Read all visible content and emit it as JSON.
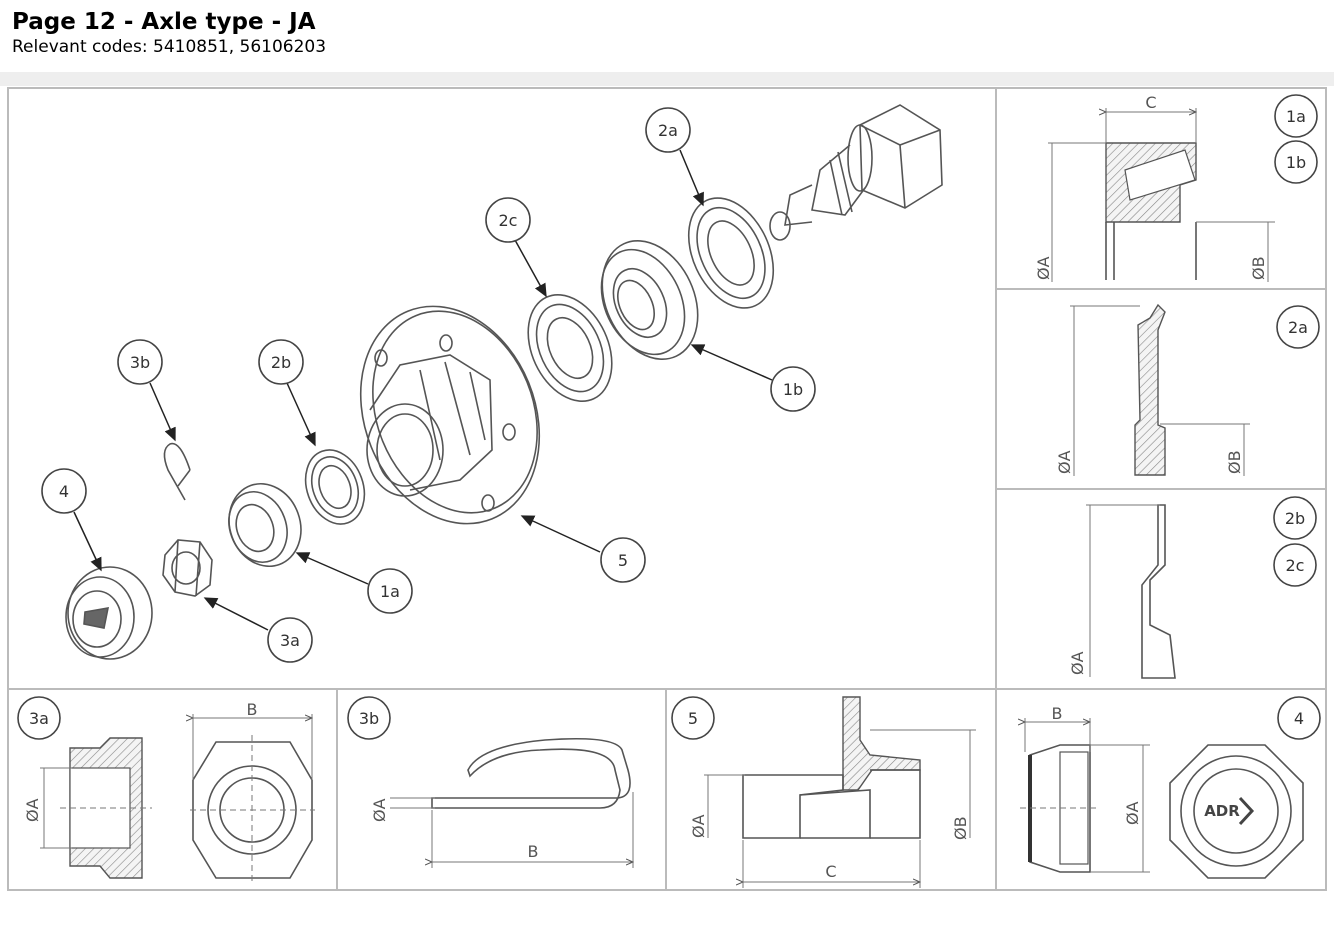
{
  "header": {
    "title": "Page 12 - Axle type - JA",
    "codes": "Relevant codes: 5410851, 56106203"
  },
  "callouts": {
    "c1a": "1a",
    "c1b": "1b",
    "c2a": "2a",
    "c2b": "2b",
    "c2c": "2c",
    "c3a": "3a",
    "c3b": "3b",
    "c4": "4",
    "c5": "5"
  },
  "dims": {
    "a": "ØA",
    "b": "ØB",
    "B": "B",
    "C": "C"
  },
  "logo_text": "ADR",
  "colors": {
    "line": "#555555",
    "border": "#bbbbbb",
    "band": "#eeeeee"
  }
}
